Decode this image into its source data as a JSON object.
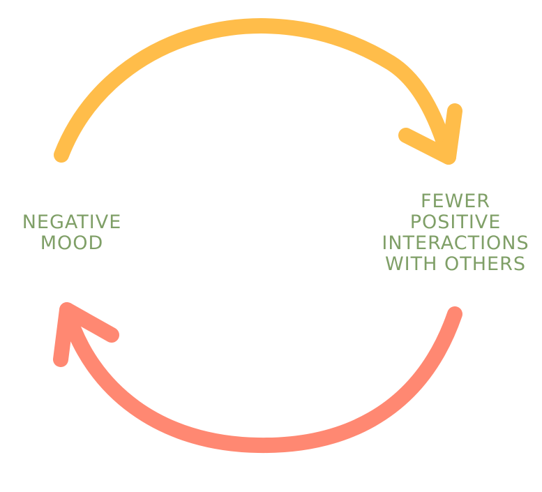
{
  "diagram": {
    "nodes": {
      "left": {
        "lines": [
          "NEGATIVE",
          "MOOD"
        ]
      },
      "right": {
        "lines": [
          "FEWER",
          "POSITIVE",
          "INTERACTIONS",
          "WITH OTHERS"
        ]
      }
    },
    "colors": {
      "label_text": "#7f9f67",
      "top_arrow": "#ffbd4a",
      "bottom_arrow": "#ff8872"
    }
  }
}
